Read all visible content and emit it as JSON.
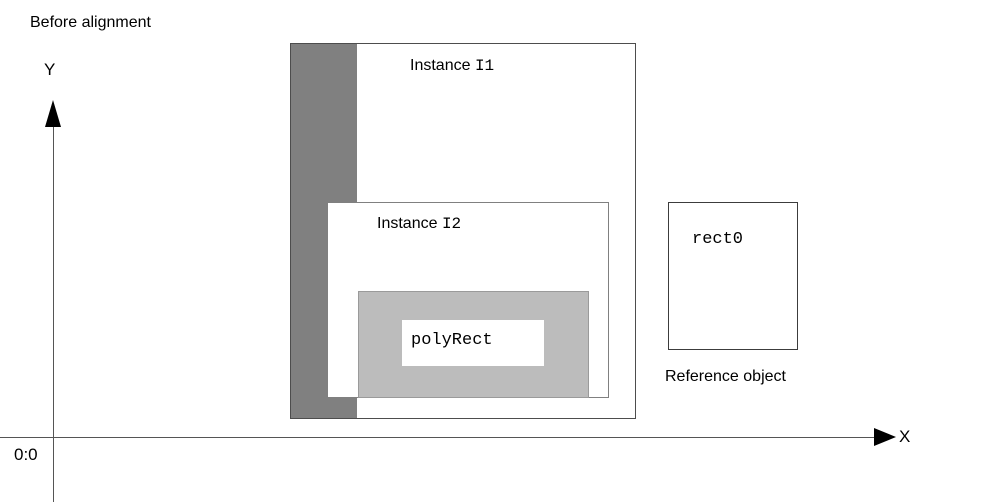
{
  "diagram": {
    "title": "Before alignment",
    "axes": {
      "y_label": "Y",
      "x_label": "X",
      "origin_label": "0:0"
    },
    "shapes": [
      {
        "name": "instance-i1",
        "label_prefix": "Instance ",
        "label_mono": "I1",
        "fill": "#ffffff",
        "stroke": "#4d4d4d"
      },
      {
        "name": "instance-i2",
        "label_prefix": "Instance ",
        "label_mono": "I2",
        "fill": "#ffffff",
        "stroke": "#808080"
      },
      {
        "name": "polyrect",
        "label_mono": "polyRect",
        "fill": "#bcbcbc",
        "stroke": "#9a9a9a"
      },
      {
        "name": "rect0",
        "label_mono": "rect0",
        "fill": "#ffffff",
        "stroke": "#3c3c3c"
      }
    ],
    "overlap_fill": "#808080",
    "reference_caption": "Reference object"
  }
}
